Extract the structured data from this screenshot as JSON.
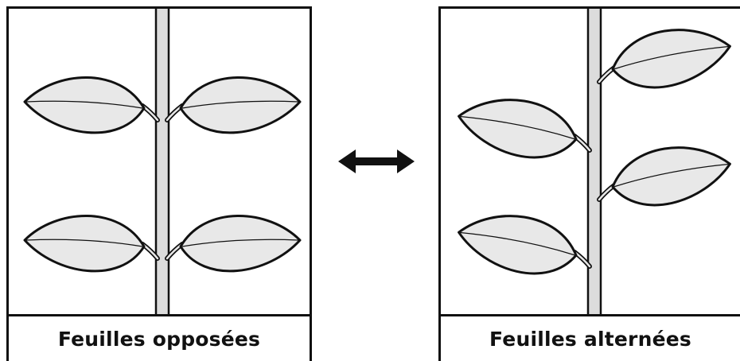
{
  "panels": [
    {
      "caption": "Feuilles opposées",
      "arrangement": "opposite",
      "leaf_pairs": 2
    },
    {
      "caption": "Feuilles alternées",
      "arrangement": "alternate",
      "leaves": 4
    }
  ],
  "connector": {
    "icon": "double-arrow-icon"
  },
  "colors": {
    "outline": "#111111",
    "leaf_fill": "#e8e8e8",
    "stem_fill": "#dcdcdc",
    "background": "#ffffff"
  }
}
